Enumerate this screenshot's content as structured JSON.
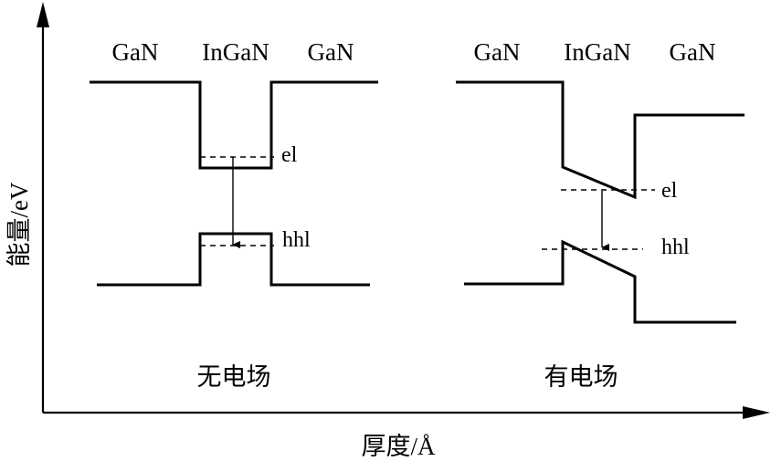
{
  "axes": {
    "y_label": "能量/eV",
    "x_label": "厚度/Å"
  },
  "panels": [
    {
      "caption": "无电场",
      "layers": [
        "GaN",
        "InGaN",
        "GaN"
      ],
      "levels": {
        "electron": "el",
        "hole": "hhl"
      }
    },
    {
      "caption": "有电场",
      "layers": [
        "GaN",
        "InGaN",
        "GaN"
      ],
      "levels": {
        "electron": "el",
        "hole": "hhl"
      }
    }
  ]
}
